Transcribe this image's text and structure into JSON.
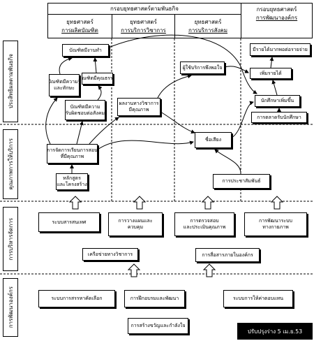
{
  "header": {
    "mission_frame": "กรอบยุทธศาสตร์ตามพันธกิจ",
    "org_frame": [
      "กรอบยุทธศาสตร์",
      "การพัฒนาองค์กร"
    ],
    "strategies": [
      [
        "ยุทธศาสตร์",
        "การผลิตบัณฑิต"
      ],
      [
        "ยุทธศาสตร์",
        "การบริการวิชาการ"
      ],
      [
        "ยุทธศาสตร์",
        "การบริการสังคม"
      ]
    ]
  },
  "perspectives": {
    "effectiveness": "ประสิทธิผลตามพันธกิจ",
    "service_quality": "คุณภาพการให้บริการ",
    "management": "การบริหารจัดการ",
    "org_development": "การพัฒนาองค์กร"
  },
  "effectiveness": {
    "graduates_employed": "บัณฑิตมีงานทำ",
    "graduates_knowledge": [
      "บัณฑิตมีความรู้",
      "และทักษะ"
    ],
    "graduates_morality": "บัณฑิตมีคุณธรรม",
    "graduates_responsibility": [
      "บัณฑิตมีความ",
      "รับผิดชอบต่อสังคม"
    ],
    "academic_work": [
      "ผลงานทางวิชาการ",
      "มีคุณภาพ"
    ],
    "user_satisfaction": "ผู้ใช้บริการพึงพอใจ",
    "income_sufficient": "มีรายได้มากพอต่อรายจ่าย",
    "revenue_increase": "เพิ่มรายได้",
    "student_increase": "นักศึกษาเพิ่มขึ้น",
    "student_marketing": "การตลาดรับนักศึกษา"
  },
  "service_quality": {
    "teaching_quality": [
      "การจัดการเรียนการสอน",
      "ที่มีคุณภาพ"
    ],
    "curriculum": [
      "หลักสูตร",
      "และโครงสร้าง"
    ],
    "reputation": "ชื่อเสียง",
    "public_relations": "การประชาสัมพันธ์"
  },
  "management": {
    "information_system": "ระบบสารสนเทศ",
    "planning_control": [
      "การวางแผนและ",
      "ควบคุม"
    ],
    "audit_quality": [
      "การตรวจสอบ",
      "และประเมินคุณภาพ"
    ],
    "physical_development": [
      "การพัฒนาระบบ",
      "ทางกายภาพ"
    ],
    "academic_network": "เครือข่ายทางวิชาการ",
    "internal_communication": "การสื่อสารภายในองค์กร"
  },
  "org_development": {
    "recruitment": "ระบบการสรรหาคัดเลือก",
    "training": "การฝึกอบรมและพัฒนา",
    "compensation": "ระบบการให้ค่าตอบแทน",
    "morale": "การสร้างขวัญและกำลังใจ"
  },
  "revision_note": "ปรับปรุงร่าง 5 เม.ย.53",
  "colors": {
    "line": "#000000",
    "background": "#ffffff",
    "note_background": "#000000",
    "note_text": "#ffffff"
  }
}
